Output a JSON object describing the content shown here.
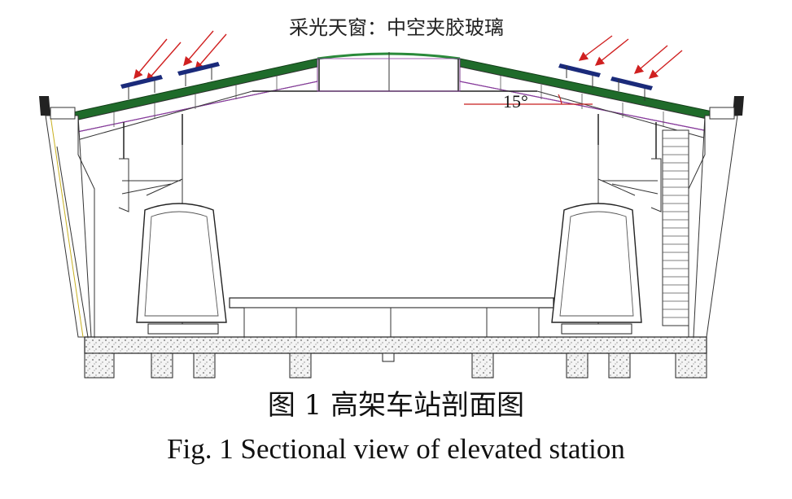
{
  "diagram": {
    "skylight_label": "采光天窗：中空夹胶玻璃",
    "roof_angle_label": "15°"
  },
  "caption": {
    "chinese": "图 1  高架车站剖面图",
    "english": "Fig. 1  Sectional view of elevated station"
  },
  "colors": {
    "roof_green": "#1f6b2a",
    "panel_navy": "#1a2a7a",
    "sun_ray_red": "#d02020",
    "angle_line_red": "#c81e1e",
    "roof_purple": "#8a3aa0",
    "skylight_green": "#2a8a3a"
  }
}
